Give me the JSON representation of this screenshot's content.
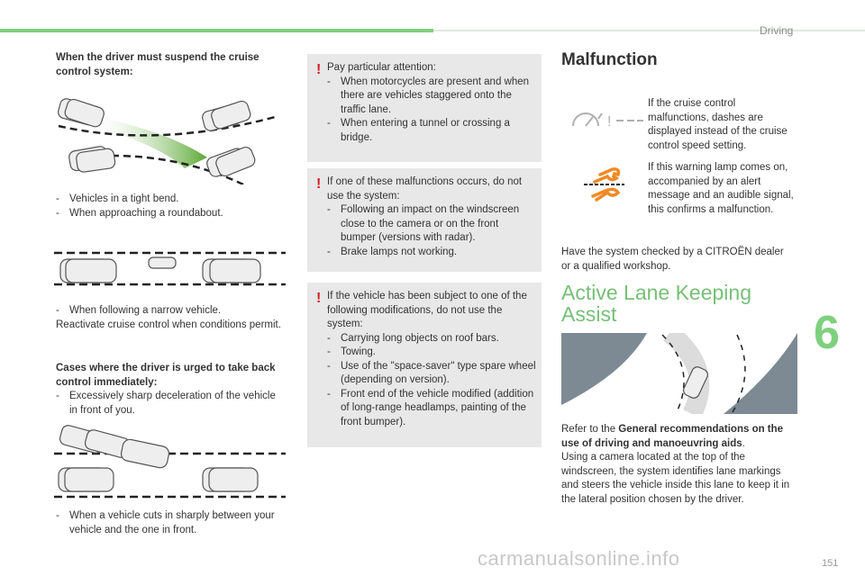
{
  "header": {
    "section": "Driving",
    "chapter": "6",
    "page_number": "151"
  },
  "left": {
    "heading_suspend": "When the driver must suspend the cruise control system:",
    "bullets1": [
      "Vehicles in a tight bend.",
      "When approaching a roundabout."
    ],
    "bullet2": "When following a narrow vehicle.",
    "reactivate": "Reactivate cruise control when conditions permit.",
    "heading_takeback": "Cases where the driver is urged to take back control immediately:",
    "bullet3": "Excessively sharp deceleration of the vehicle in front of you.",
    "bullet4": "When a vehicle cuts in sharply between your vehicle and the one in front.",
    "dash": "-"
  },
  "middle": {
    "warn1": {
      "intro": "Pay particular attention:",
      "items": [
        "When motorcycles are present and when there are vehicles staggered onto the traffic lane.",
        "When entering a tunnel or crossing a bridge."
      ]
    },
    "warn2": {
      "intro": "If one of these malfunctions occurs, do not use the system:",
      "items": [
        "Following an impact on the windscreen close to the camera or on the front bumper (versions with radar).",
        "Brake lamps not working."
      ]
    },
    "warn3": {
      "intro": "If the vehicle has been subject to one of the following modifications, do not use the system:",
      "items": [
        "Carrying long objects on roof bars.",
        "Towing.",
        "Use of the \"space-saver\" type spare wheel (depending on version).",
        "Front end of the vehicle modified (addition of long-range headlamps, painting of the front bumper)."
      ]
    },
    "mark": "!"
  },
  "right": {
    "malfunction_title": "Malfunction",
    "malf1": "If the cruise control malfunctions, dashes are displayed instead of the cruise control speed setting.",
    "malf2": "If this warning lamp comes on, accompanied by an alert message and an audible signal, this confirms a malfunction.",
    "check": "Have the system checked by a CITROËN dealer or a qualified workshop.",
    "alka_title_line1": "Active Lane Keeping",
    "alka_title_line2": "Assist",
    "refer_prefix": "Refer to the ",
    "refer_bold": "General recommendations on the use of driving and manoeuvring aids",
    "refer_suffix": ".",
    "camera_text": "Using a camera located at the top of the windscreen, the system identifies lane markings and steers the vehicle inside this lane to keep it in the lateral position chosen by the driver."
  },
  "watermark": "carmanualsonline.info",
  "colors": {
    "accent_green": "#7ed07e",
    "warning_red": "#d61f26",
    "orange": "#f08a24",
    "panel_grey": "#e8e8e8"
  }
}
